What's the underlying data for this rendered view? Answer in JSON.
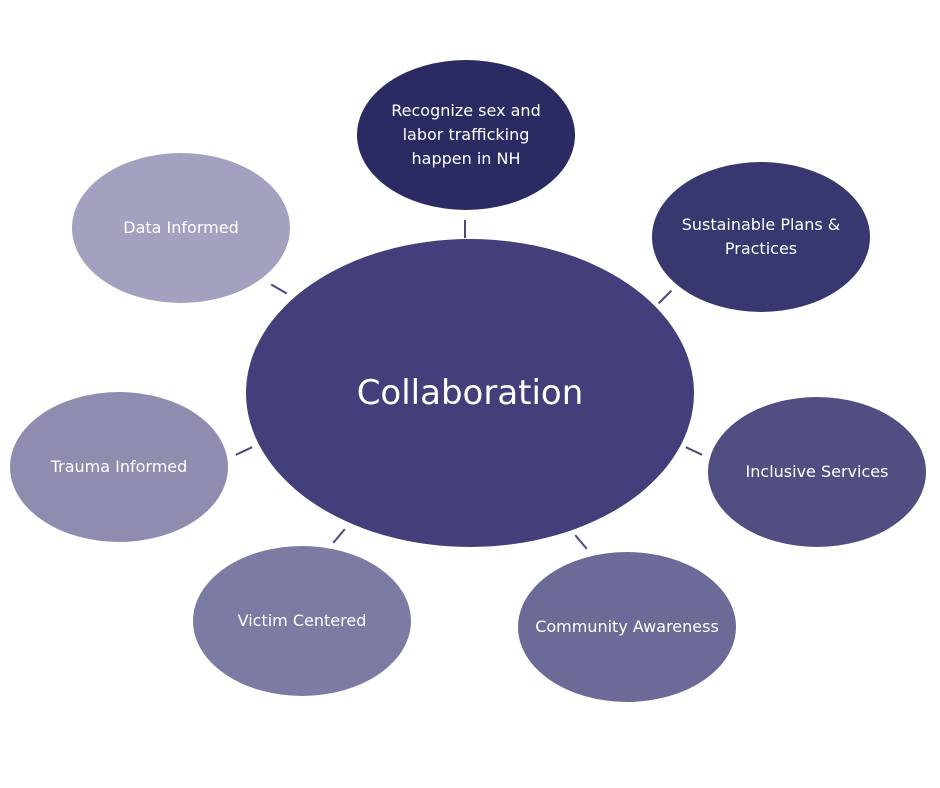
{
  "diagram": {
    "center": {
      "label": "Collaboration",
      "color": "#433f7a"
    },
    "satellites": [
      {
        "label": "Recognize sex and labor trafficking happen in NH",
        "color": "#2c2a63"
      },
      {
        "label": "Sustainable Plans & Practices",
        "color": "#383770"
      },
      {
        "label": "Inclusive Services",
        "color": "#514f82"
      },
      {
        "label": "Community Awareness",
        "color": "#6c6a96"
      },
      {
        "label": "Victim Centered",
        "color": "#7b7ba4"
      },
      {
        "label": "Trauma Informed",
        "color": "#8e8db0"
      },
      {
        "label": "Data Informed",
        "color": "#a2a2c0"
      }
    ],
    "connector_color": "#4a4a7c"
  }
}
